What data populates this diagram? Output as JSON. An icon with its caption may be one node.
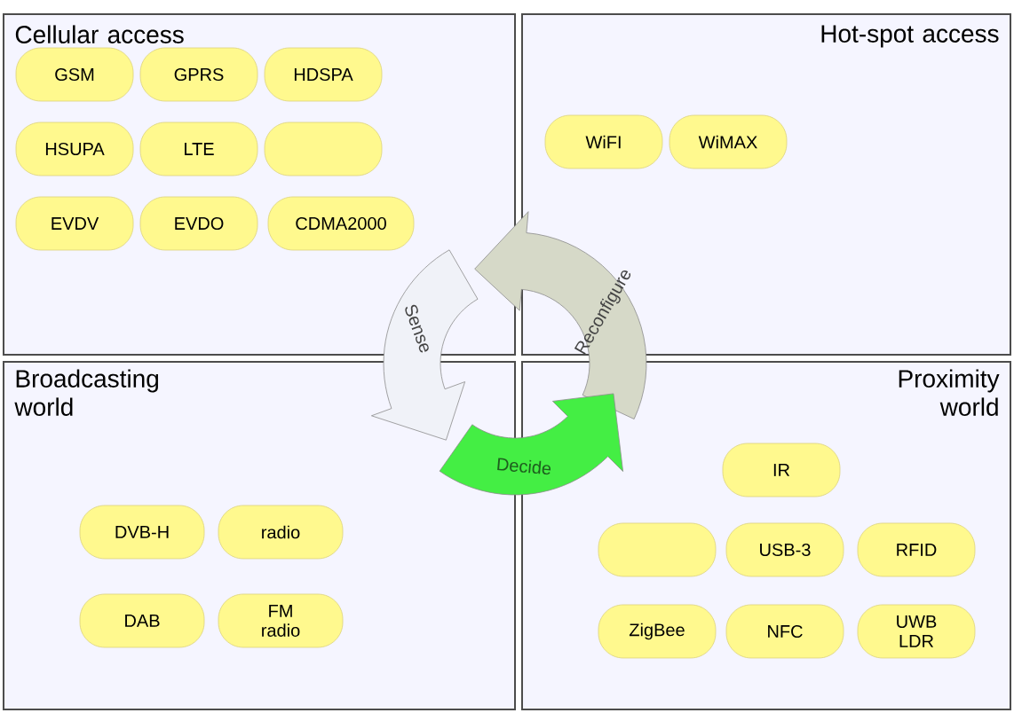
{
  "diagram": {
    "nodes": [
      {
        "text": [
          "Cellular access"
        ]
      },
      {
        "text": [
          "GSM"
        ],
        "in": 0
      },
      {
        "text": [
          "GPRS"
        ],
        "in": 0
      },
      {
        "text": [
          "HDSPA"
        ],
        "in": 0
      },
      {
        "text": [
          "HSUPA"
        ],
        "in": 0
      },
      {
        "text": [
          "LTE"
        ],
        "in": 0
      },
      {
        "text": [],
        "shape": "box",
        "in": 0
      },
      {
        "text": [
          "EVDV"
        ],
        "in": 0
      },
      {
        "text": [
          "EVDO"
        ],
        "in": 0
      },
      {
        "text": [
          "CDMA2000"
        ],
        "in": 0
      },
      {
        "text": [
          "Hot-spot access"
        ]
      },
      {
        "text": [
          "WiFI"
        ],
        "in": 10
      },
      {
        "text": [
          "WiMAX"
        ],
        "in": 10
      },
      {
        "text": [
          "Broadcasting world"
        ]
      },
      {
        "text": [
          "DVB-H"
        ],
        "in": 13
      },
      {
        "text": [
          "radio"
        ],
        "in": 13
      },
      {
        "text": [
          "DAB"
        ],
        "in": 13
      },
      {
        "text": [
          "FM radio"
        ],
        "in": 13
      },
      {
        "text": [
          "Proximity world"
        ]
      },
      {
        "text": [
          "IR"
        ],
        "in": 18
      },
      {
        "text": [],
        "shape": "box",
        "in": 18
      },
      {
        "text": [
          "USB-3"
        ],
        "in": 18
      },
      {
        "text": [
          "RFID"
        ],
        "in": 18
      },
      {
        "text": [
          "ZigBee"
        ],
        "in": 18
      },
      {
        "text": [
          "NFC"
        ],
        "in": 18
      },
      {
        "text": [
          "UWB LDR"
        ],
        "in": 18
      },
      {
        "text": [
          "Sense"
        ]
      },
      {
        "text": [
          "Reconfigure"
        ]
      },
      {
        "text": [
          "Decide"
        ]
      }
    ]
  }
}
